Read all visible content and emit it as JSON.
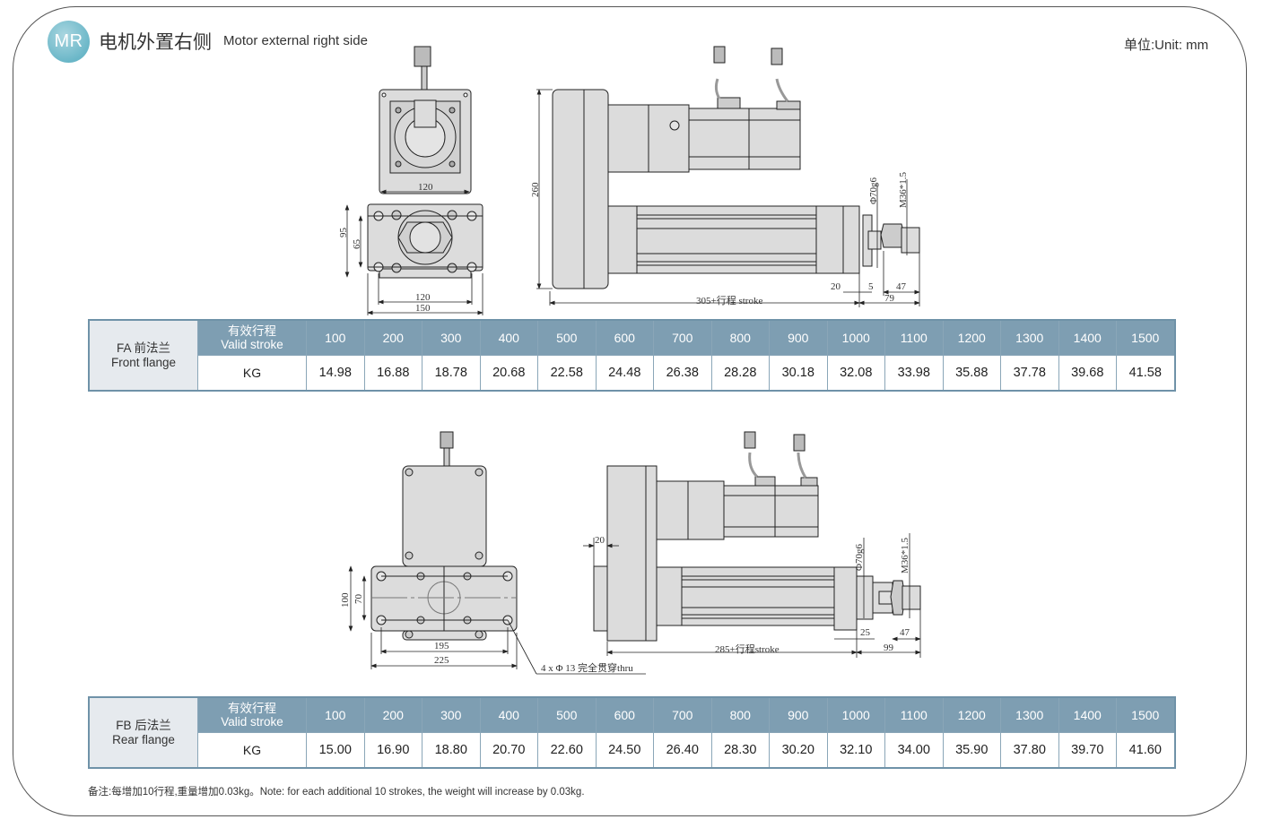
{
  "header": {
    "badge": "MR",
    "title_cn": "电机外置右侧",
    "title_en": "Motor external right side",
    "unit": "单位:Unit: mm"
  },
  "colors": {
    "badge": "#6bb7c8",
    "table_header_bg": "#7e9eb2",
    "table_label_bg": "#e6eaee",
    "table_border": "#6f92a8",
    "part_fill": "#dcdcdc"
  },
  "drawing_fa": {
    "front_width_top": "120",
    "flange_height_outer": "95",
    "flange_height_inner": "65",
    "flange_hole_span": "120",
    "flange_width": "150",
    "total_height": "260",
    "body_length": "305+行程 stroke",
    "rod_dia": "Φ70g6",
    "thread": "M36*1.5",
    "dim_20": "20",
    "dim_5": "5",
    "dim_47": "47",
    "dim_79": "79"
  },
  "drawing_fb": {
    "flange_height_outer": "100",
    "flange_height_inner": "70",
    "flange_hole_span": "195",
    "flange_width": "225",
    "hole_note": "4 x Φ 13 完全贯穿thru",
    "flange_thickness": "20",
    "body_length": "285+行程stroke",
    "rod_dia": "Φ70g6",
    "thread": "M36*1.5",
    "dim_25": "25",
    "dim_47": "47",
    "dim_99": "99"
  },
  "table_fa": {
    "label_cn": "FA 前法兰",
    "label_en": "Front flange",
    "header_cn": "有效行程",
    "header_en": "Valid stroke",
    "row_label": "KG",
    "strokes": [
      "100",
      "200",
      "300",
      "400",
      "500",
      "600",
      "700",
      "800",
      "900",
      "1000",
      "1100",
      "1200",
      "1300",
      "1400",
      "1500"
    ],
    "weights": [
      "14.98",
      "16.88",
      "18.78",
      "20.68",
      "22.58",
      "24.48",
      "26.38",
      "28.28",
      "30.18",
      "32.08",
      "33.98",
      "35.88",
      "37.78",
      "39.68",
      "41.58"
    ]
  },
  "table_fb": {
    "label_cn": "FB 后法兰",
    "label_en": "Rear flange",
    "header_cn": "有效行程",
    "header_en": "Valid stroke",
    "row_label": "KG",
    "strokes": [
      "100",
      "200",
      "300",
      "400",
      "500",
      "600",
      "700",
      "800",
      "900",
      "1000",
      "1100",
      "1200",
      "1300",
      "1400",
      "1500"
    ],
    "weights": [
      "15.00",
      "16.90",
      "18.80",
      "20.70",
      "22.60",
      "24.50",
      "26.40",
      "28.30",
      "30.20",
      "32.10",
      "34.00",
      "35.90",
      "37.80",
      "39.70",
      "41.60"
    ]
  },
  "footer": {
    "note": "备注:每增加10行程,重量增加0.03kg。Note: for each additional 10 strokes, the weight will increase by 0.03kg."
  }
}
